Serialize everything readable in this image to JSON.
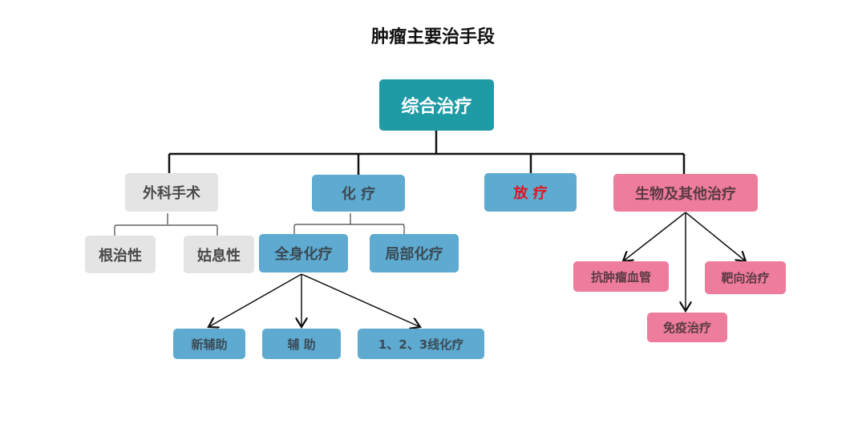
{
  "title": "肿瘤主要治手段",
  "root": "综合治疗",
  "level1": {
    "surgery": "外科手术",
    "chemo": "化 疗",
    "radio": "放 疗",
    "bio": "生物及其他治疗"
  },
  "surgery_children": [
    "根治性",
    "姑息性"
  ],
  "chemo_children": [
    "全身化疗",
    "局部化疗"
  ],
  "systemic_children": [
    "新辅助",
    "辅 助",
    "1、2、3线化疗"
  ],
  "bio_children": [
    "抗肿瘤血管",
    "免疫治疗",
    "靶向治疗"
  ],
  "colors": {
    "teal": "#1f9ba6",
    "blue": "#5eaad0",
    "pink": "#ee7c9c",
    "gray": "#e4e4e4",
    "red_text": "#e0151f"
  }
}
